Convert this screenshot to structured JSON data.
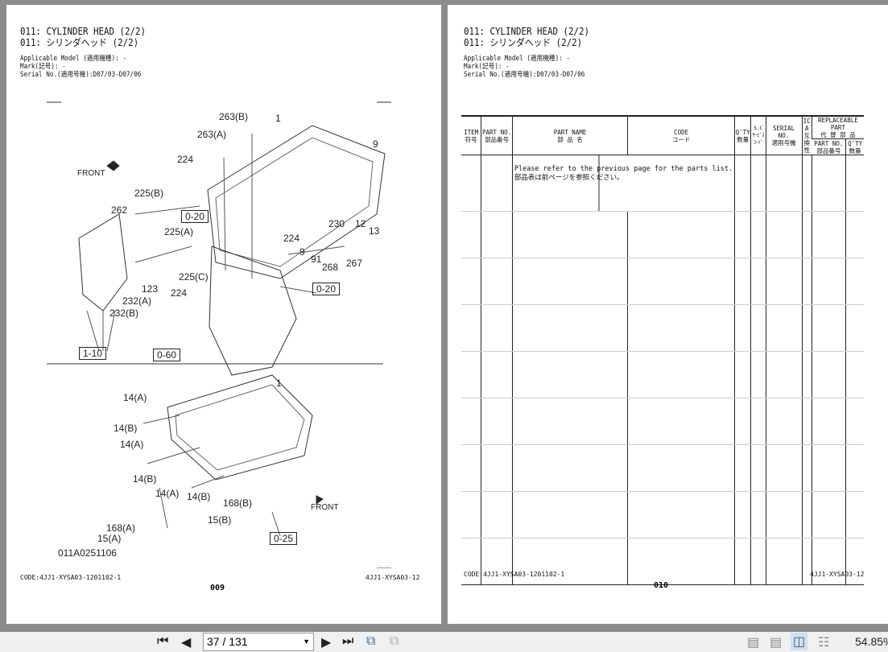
{
  "left_page": {
    "title_en": "011: CYLINDER HEAD (2/2)",
    "title_jp": "011: シリンダヘッド (2/2)",
    "applicable_model": "Applicable Model (適用機種): -",
    "mark": "Mark(記号): -",
    "serial": "Serial No.(適用号機):D07/03-D07/06",
    "code": "CODE:4JJ1-XYSA03-1201102-1",
    "page_number": "009",
    "model_code": "4JJ1-XYSA03-12"
  },
  "diagram": {
    "labels": [
      "263(B)",
      "1",
      "263(A)",
      "9",
      "224",
      "FRONT",
      "225(B)",
      "0-20",
      "262",
      "230",
      "12",
      "13",
      "225(A)",
      "224",
      "9",
      "91",
      "268",
      "267",
      "225(C)",
      "123",
      "0-20",
      "224",
      "232(A)",
      "232(B)",
      "1-10",
      "0-60",
      "1",
      "14(A)",
      "14(B)",
      "14(A)",
      "14(B)",
      "14(A)",
      "14(B)",
      "FRONT",
      "168(B)",
      "15(B)",
      "0-25",
      "168(A)",
      "15(A)",
      "011A0251106"
    ]
  },
  "right_page": {
    "title_en": "011: CYLINDER HEAD (2/2)",
    "title_jp": "011: シリンダヘッド (2/2)",
    "applicable_model": "Applicable Model (適用機種): -",
    "mark": "Mark(記号): -",
    "serial": "Serial No.(適用号機):D07/03-D07/06",
    "code": "CODE:4JJ1-XYSA03-1201102-1",
    "page_number": "010",
    "model_code": "4JJ1-XYSA03-12",
    "table": {
      "headers": {
        "item": "ITEM",
        "item_jp": "符号",
        "part_no": "PART NO.",
        "part_no_jp": "部品番号",
        "part_name": "PART NAME",
        "part_name_jp": "部 品 名",
        "code": "CODE",
        "code_jp": "コード",
        "qty": "Q'TY",
        "qty_jp": "数量",
        "sc": "S.C",
        "sc_jp": "ｻｰﾋﾞｽｺｰﾄﾞ",
        "serial": "SERIAL NO.",
        "serial_jp": "適用号機",
        "ica": "ICA",
        "ica_jp": "互換性",
        "replaceable": "REPLACEABLE PART",
        "replaceable_jp": "代 替 部 品",
        "rep_part_no": "PART NO.",
        "rep_part_no_jp": "部品番号",
        "rep_qty": "Q'TY",
        "rep_qty_jp": "数量"
      },
      "note_en": "Please refer to the previous page for the parts list.",
      "note_jp": "部品表は前ページを参照ください。"
    }
  },
  "toolbar": {
    "page_indicator": "37 / 131",
    "zoom": "54.85%"
  }
}
